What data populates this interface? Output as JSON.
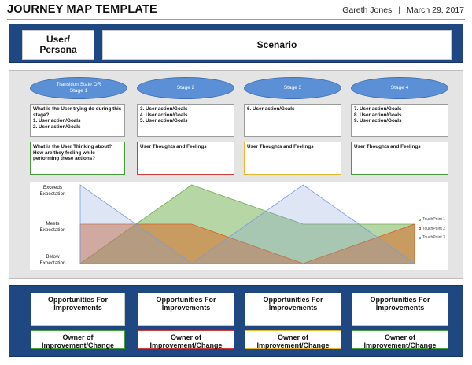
{
  "header": {
    "title": "JOURNEY MAP TEMPLATE",
    "author": "Gareth Jones",
    "separator": "|",
    "date": "March 29, 2017"
  },
  "top_band": {
    "persona_label": "User/\nPersona",
    "scenario_label": "Scenario"
  },
  "stages": [
    "Transition State OR\nStage 1",
    "Stage 2",
    "Stage 3",
    "Stage 4"
  ],
  "actions": [
    "What is the User trying do during this stage?\n1. User action/Goals\n2. User action/Goals",
    "3. User action/Goals\n4. User action/Goals\n5. User action/Goals",
    "6. User action/Goals",
    "7. User action/Goals\n8. User action/Goals\n9. User action/Goals"
  ],
  "thoughts": [
    "What is the User Thinking about? How are they feeling while performing these actions?",
    "User Thoughts and Feelings",
    "User Thoughts and Feelings",
    "User Thoughts and Feelings"
  ],
  "colors": {
    "band": "#1f4782",
    "stage_fill": "#5b8fd6",
    "panel": "#e4e4e4"
  },
  "chart_data": {
    "type": "area",
    "x": [
      0,
      1,
      2,
      3,
      4,
      5,
      6
    ],
    "y_levels": [
      "Below\nExpectation",
      "Meets\nExpectation",
      "Exceeds\nExpectation"
    ],
    "ylim": [
      0,
      2
    ],
    "legend_position": "right",
    "series": [
      {
        "name": "TouchPoint 1",
        "color": "#6fad4e",
        "values": [
          0,
          1,
          2,
          1.5,
          1,
          1,
          1
        ]
      },
      {
        "name": "TouchPoint 2",
        "color": "#d9601c",
        "values": [
          1,
          1,
          1,
          0.5,
          0,
          0.5,
          1
        ]
      },
      {
        "name": "TouchPoint 3",
        "color": "#7b9bdc",
        "values": [
          2,
          1,
          0,
          1,
          2,
          1,
          0
        ]
      }
    ]
  },
  "opportunities": {
    "label": "Opportunities For Improvements",
    "owner_label": "Owner of Improvement/Change"
  }
}
